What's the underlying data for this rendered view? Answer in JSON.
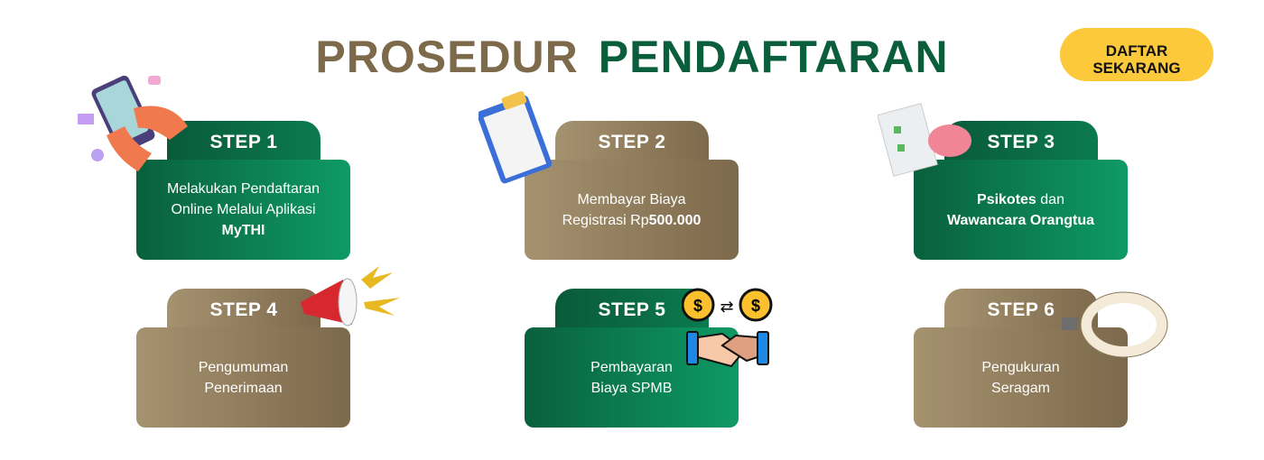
{
  "header": {
    "title_part1": "PROSEDUR",
    "title_part2": "PENDAFTARAN",
    "cta_line1": "DAFTAR",
    "cta_line2": "SEKARANG"
  },
  "colors": {
    "brown": "#7d6a4b",
    "green": "#0b5e3b",
    "cta": "#fcc93a"
  },
  "steps": [
    {
      "label": "STEP 1",
      "line1": "Melakukan Pendaftaran",
      "line2": "Online Melalui Aplikasi",
      "bold": "MyTHI",
      "icon": "phone-hand-icon"
    },
    {
      "label": "STEP 2",
      "line1": "Membayar Biaya",
      "line2": "Registrasi Rp",
      "bold": "500.000",
      "icon": "registration-clipboard-icon"
    },
    {
      "label": "STEP 3",
      "bold1": "Psikotes",
      "line1": " dan",
      "bold2": "Wawancara Orangtua",
      "icon": "brain-checklist-icon"
    },
    {
      "label": "STEP 4",
      "line1": "Pengumuman",
      "line2": "Penerimaan",
      "icon": "megaphone-icon"
    },
    {
      "label": "STEP 5",
      "line1": "Pembayaran",
      "line2": "Biaya SPMB",
      "icon": "handshake-money-icon"
    },
    {
      "label": "STEP 6",
      "line1": "Pengukuran",
      "line2": "Seragam",
      "icon": "measuring-tape-icon"
    }
  ]
}
